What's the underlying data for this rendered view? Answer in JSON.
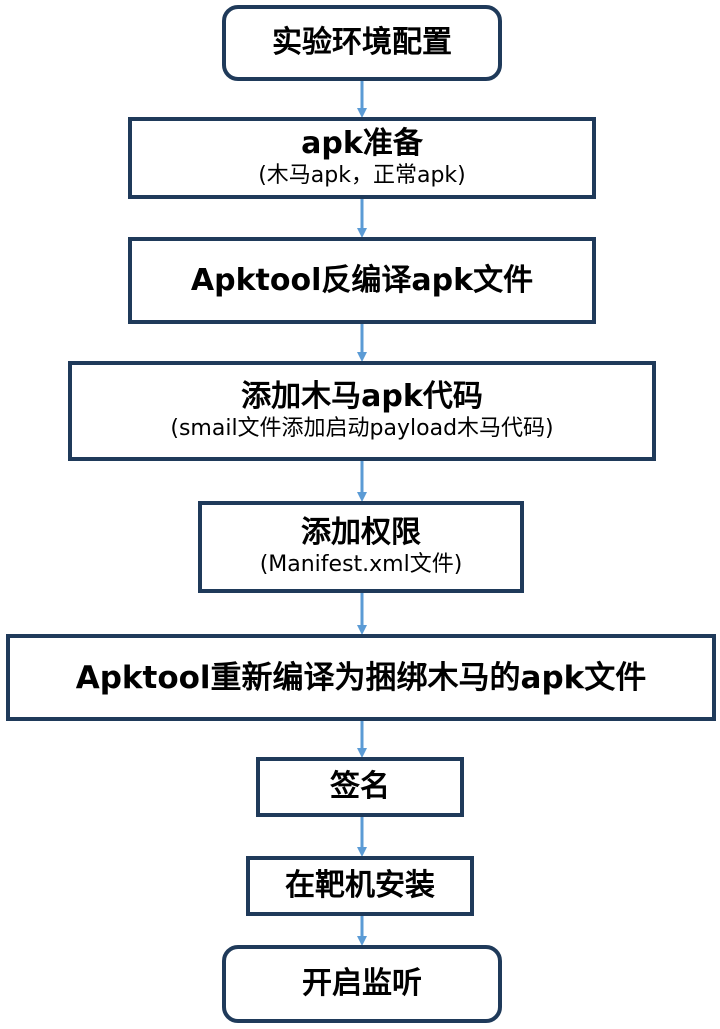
{
  "flowchart": {
    "arrow_color": "#5b9bd5",
    "border_color": "#1f3a5a",
    "steps": [
      {
        "title": "实验环境配置",
        "subtitle": ""
      },
      {
        "title": "apk准备",
        "subtitle": "(木马apk，正常apk)"
      },
      {
        "title": "Apktool反编译apk文件",
        "subtitle": ""
      },
      {
        "title": "添加木马apk代码",
        "subtitle": "(smail文件添加启动payload木马代码)"
      },
      {
        "title": "添加权限",
        "subtitle": "(Manifest.xml文件)"
      },
      {
        "title": "Apktool重新编译为捆绑木马的apk文件",
        "subtitle": ""
      },
      {
        "title": "签名",
        "subtitle": ""
      },
      {
        "title": "在靶机安装",
        "subtitle": ""
      },
      {
        "title": "开启监听",
        "subtitle": ""
      }
    ]
  }
}
